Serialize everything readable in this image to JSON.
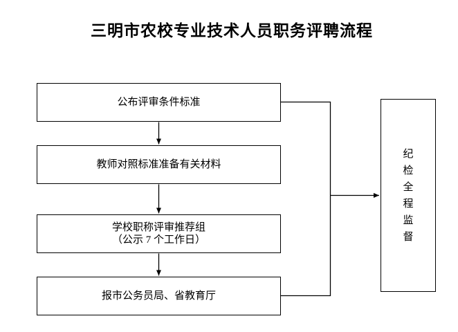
{
  "title": "三明市农校专业技术人员职务评聘流程",
  "flow": {
    "steps": [
      {
        "lines": [
          "公布评审条件标准"
        ]
      },
      {
        "lines": [
          "教师对照标准准备有关材料"
        ]
      },
      {
        "lines": [
          "学校职称评审推荐组",
          "（公示 7 个工作日）"
        ]
      },
      {
        "lines": [
          "报市公务员局、省教育厅"
        ]
      }
    ],
    "supervision": {
      "label": "纪检全程监督"
    }
  },
  "colors": {
    "background": "#ffffff",
    "line": "#000000",
    "text": "#000000"
  }
}
